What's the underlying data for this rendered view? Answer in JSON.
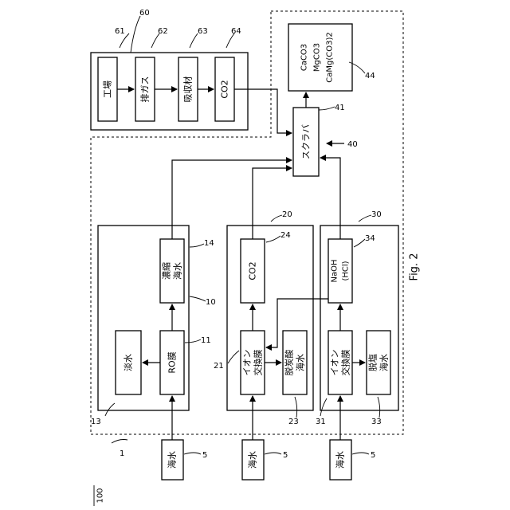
{
  "figure": {
    "caption": "Fig. 2",
    "system_ref": "100",
    "system_number": "1",
    "blocks": {
      "factory": {
        "label": "工場",
        "num": "61"
      },
      "exhaust": {
        "label": "排ガス",
        "num": "62"
      },
      "absorbent": {
        "label": "吸収材",
        "num": "63"
      },
      "co2_top": {
        "label": "CO2",
        "num": "64"
      },
      "products": {
        "lines": [
          "CaCO3",
          "MgCO3",
          "CaMg(CO3)2"
        ],
        "num": "44"
      },
      "scrubber": {
        "label": "スクラバ",
        "num": "41"
      },
      "fresh_water": {
        "label": "淡水",
        "num": "13"
      },
      "ro": {
        "label": "RO膜",
        "num": "11"
      },
      "conc": {
        "lines": [
          "濃縮",
          "海水"
        ],
        "num": "14"
      },
      "ion20": {
        "lines": [
          "イオン",
          "交換膜"
        ],
        "num": "21"
      },
      "decarb": {
        "lines": [
          "脱炭酸",
          "海水"
        ],
        "num": "23"
      },
      "co2_mid": {
        "label": "CO2",
        "num": "24"
      },
      "ion30": {
        "lines": [
          "イオン",
          "交換膜"
        ],
        "num": "31"
      },
      "desalt": {
        "lines": [
          "脱塩",
          "海水"
        ],
        "num": "33"
      },
      "naoh": {
        "lines": [
          "NaOH",
          "(HCl)"
        ],
        "num": "34"
      },
      "seawater": {
        "label": "海水",
        "num": "5"
      }
    },
    "group_numbers": {
      "g60": "60",
      "g40": "40",
      "g10": "10",
      "g20": "20",
      "g30": "30"
    }
  }
}
